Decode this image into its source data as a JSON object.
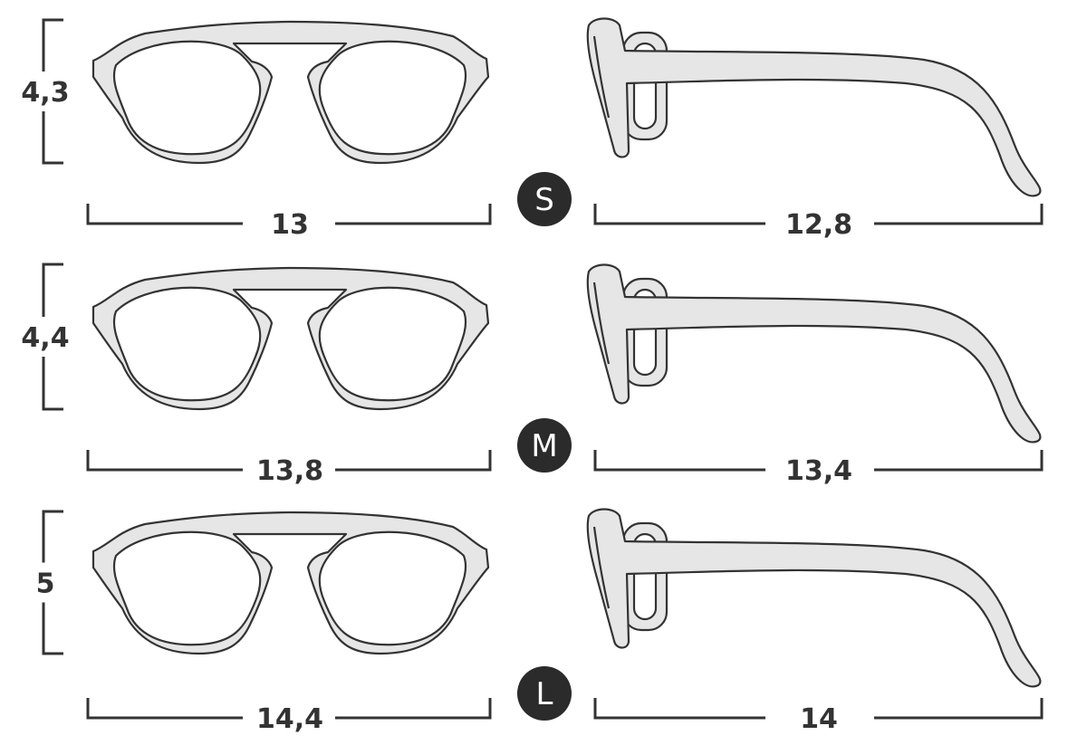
{
  "title": "Glasses size chart",
  "colors": {
    "frame_fill": "#e6e6e6",
    "stroke": "#333333",
    "badge": "#2b2b2b"
  },
  "rows": [
    {
      "size": "S",
      "height": "4,3",
      "front_width": "13",
      "temple_length": "12,8"
    },
    {
      "size": "M",
      "height": "4,4",
      "front_width": "13,8",
      "temple_length": "13,4"
    },
    {
      "size": "L",
      "height": "5",
      "front_width": "14,4",
      "temple_length": "14"
    }
  ]
}
